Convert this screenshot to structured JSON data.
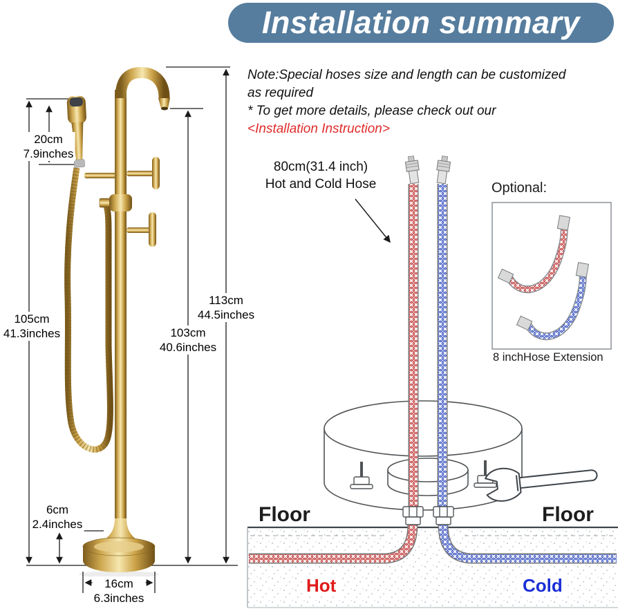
{
  "header": {
    "title": "Installation summary",
    "bg_color": "#567d9e",
    "text_color": "#ffffff"
  },
  "note": {
    "line1": "Note:Special hoses size and length can be customized",
    "line2": "as required",
    "line3": "* To get more details, please check out our",
    "link": "<Installation Instruction>",
    "link_color": "#e02b2b"
  },
  "hose_callout": {
    "line1": "80cm(31.4 inch)",
    "line2": "Hot and Cold Hose"
  },
  "optional": {
    "label": "Optional:",
    "caption": "8 inchHose Extension"
  },
  "dimensions": {
    "hand_shower": {
      "cm": "20cm",
      "inch": "7.9inches"
    },
    "overall_left": {
      "cm": "105cm",
      "inch": "41.3inches"
    },
    "overall_right": {
      "cm": "113cm",
      "inch": "44.5inches"
    },
    "spout": {
      "cm": "103cm",
      "inch": "40.6inches"
    },
    "base_height": {
      "cm": "6cm",
      "inch": "2.4inches"
    },
    "base_width": {
      "cm": "16cm",
      "inch": "6.3inches"
    }
  },
  "floor": {
    "label_left": "Floor",
    "label_right": "Floor",
    "hot": "Hot",
    "cold": "Cold",
    "hot_color": "#e01b1b",
    "cold_color": "#1b2fd6"
  },
  "materials": {
    "faucet_finish_gold": "#c9a24a",
    "hot_hose_red": "#c23a3a",
    "cold_hose_blue": "#3a55c2"
  }
}
